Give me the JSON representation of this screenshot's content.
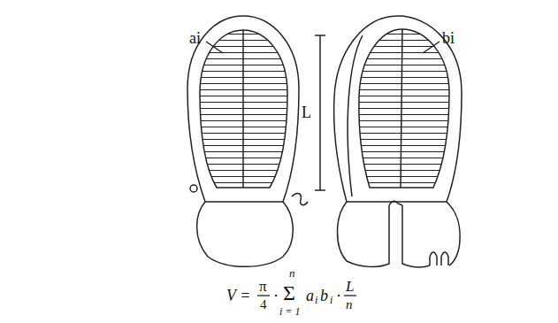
{
  "diagram": {
    "labels": [
      "ai",
      "bi",
      "L",
      "V =",
      "π",
      "4",
      "·",
      "n",
      "Σ",
      "i = 1",
      "a",
      "i",
      "b",
      "i",
      "·",
      "L",
      "n"
    ]
  }
}
